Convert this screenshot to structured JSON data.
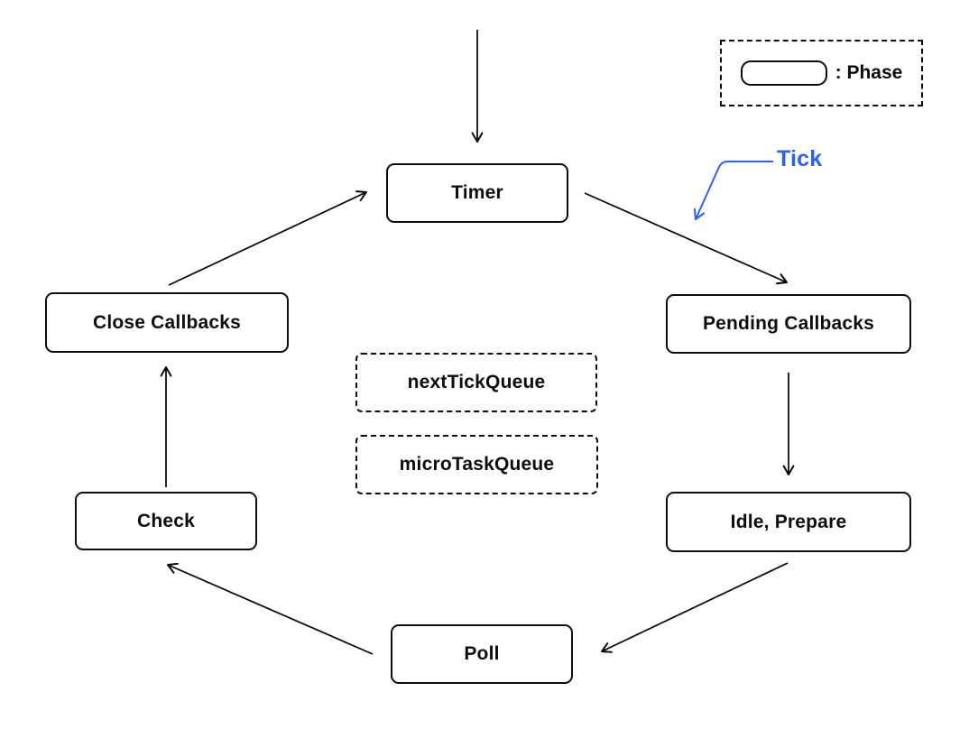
{
  "canvas": {
    "background": "#ffffff"
  },
  "colors": {
    "stroke": "#000000",
    "box_border": "#0d0d0d",
    "text": "#0d0d0d",
    "accent_blue": "#2b63f0"
  },
  "legend": {
    "caption": ": Phase"
  },
  "tick": {
    "label": "Tick"
  },
  "phases": [
    {
      "label": "Timer"
    },
    {
      "label": "Pending Callbacks"
    },
    {
      "label": "Idle, Prepare"
    },
    {
      "label": "Poll"
    },
    {
      "label": "Check"
    },
    {
      "label": "Close Callbacks"
    }
  ],
  "queues": [
    {
      "label": "nextTickQueue"
    },
    {
      "label": "microTaskQueue"
    }
  ]
}
